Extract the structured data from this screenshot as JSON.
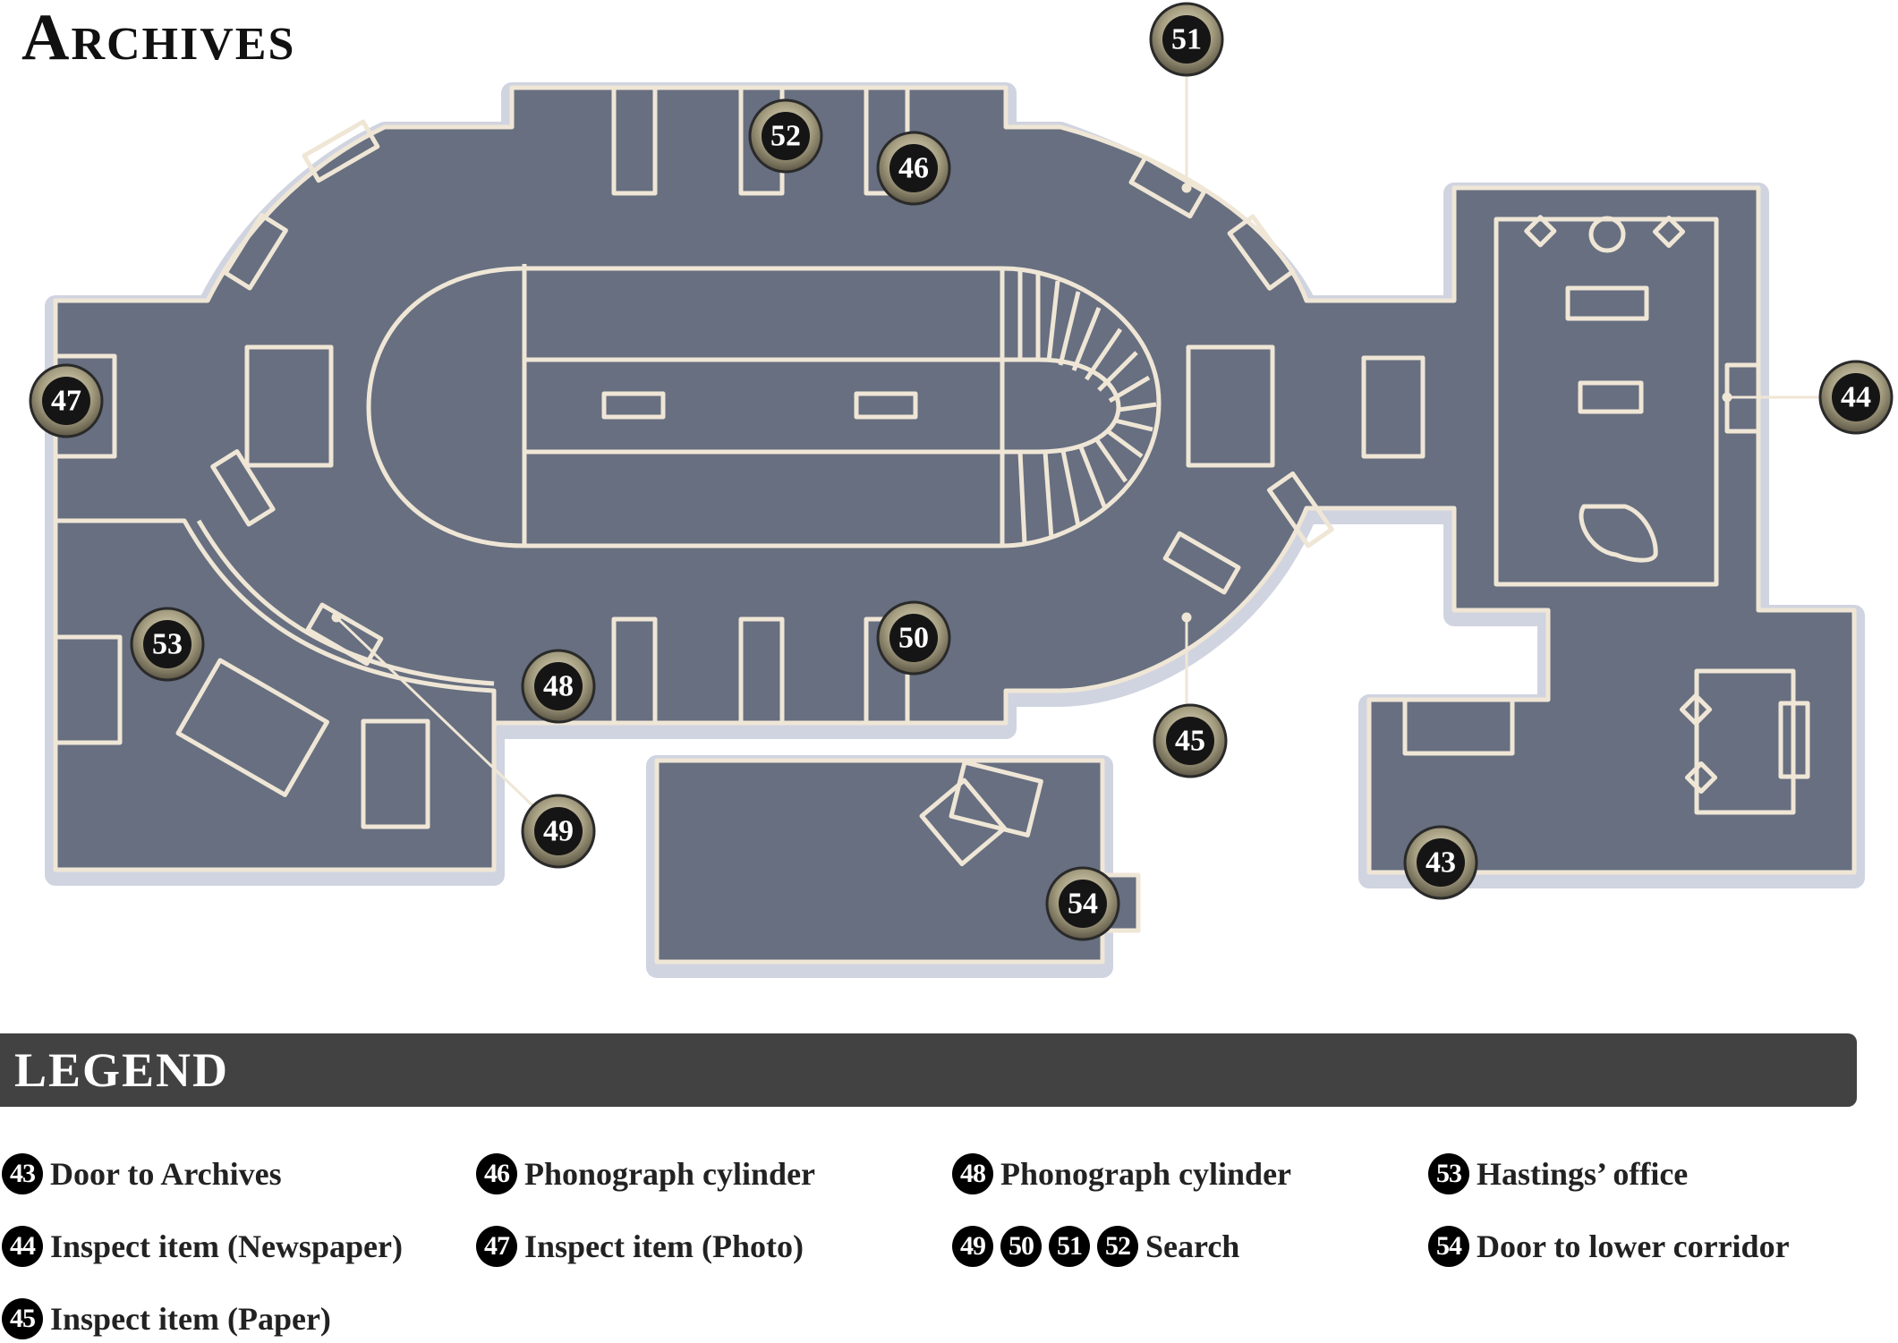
{
  "title": "Archives",
  "colors": {
    "floor": "#676f80",
    "wall": "#efe6d6",
    "legend_bar": "#424242",
    "marker_ring": "#c9c2a6",
    "marker_fill": "#151515"
  },
  "markers": {
    "m43": "43",
    "m44": "44",
    "m45": "45",
    "m46": "46",
    "m47": "47",
    "m48": "48",
    "m49": "49",
    "m50": "50",
    "m51": "51",
    "m52": "52",
    "m53": "53",
    "m54": "54"
  },
  "legend": {
    "title": "LEGEND",
    "items": [
      {
        "numbers": [
          "43"
        ],
        "label": "Door to Archives"
      },
      {
        "numbers": [
          "44"
        ],
        "label": "Inspect item (Newspaper)"
      },
      {
        "numbers": [
          "45"
        ],
        "label": "Inspect item (Paper)"
      },
      {
        "numbers": [
          "46"
        ],
        "label": "Phonograph cylinder"
      },
      {
        "numbers": [
          "47"
        ],
        "label": "Inspect item (Photo)"
      },
      {
        "numbers": [
          "48"
        ],
        "label": "Phonograph cylinder"
      },
      {
        "numbers": [
          "49",
          "50",
          "51",
          "52"
        ],
        "label": "Search"
      },
      {
        "numbers": [
          "53"
        ],
        "label": "Hastings’ office"
      },
      {
        "numbers": [
          "54"
        ],
        "label": "Door to lower corridor"
      }
    ]
  }
}
